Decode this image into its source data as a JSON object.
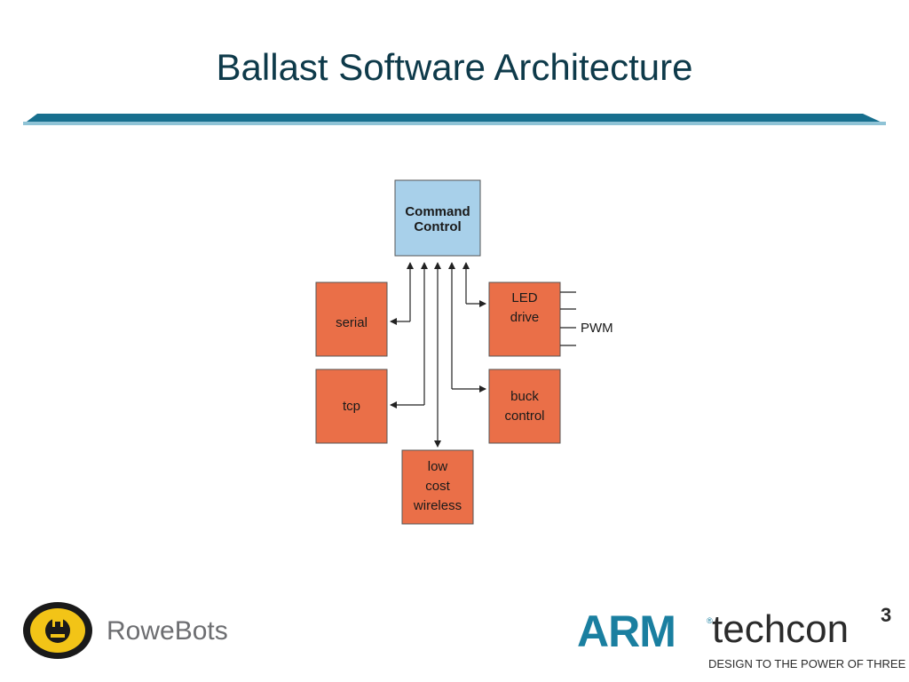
{
  "slide": {
    "title": "Ballast Software Architecture"
  },
  "diagram": {
    "nodes": {
      "command_control": {
        "lines": [
          "Command",
          "Control"
        ]
      },
      "serial": {
        "lines": [
          "serial"
        ]
      },
      "tcp": {
        "lines": [
          "tcp"
        ]
      },
      "led_drive": {
        "lines": [
          "LED",
          "drive"
        ]
      },
      "buck_control": {
        "lines": [
          "buck",
          "control"
        ]
      },
      "low_cost_wireless": {
        "lines": [
          "low",
          "cost",
          "wireless"
        ]
      }
    },
    "pwm_label": "PWM",
    "colors": {
      "command_box": "#a8d0ea",
      "module_box": "#ea6f48",
      "box_border": "#555555",
      "arrow": "#222222"
    }
  },
  "footer": {
    "rowebots_logo_text": "RoweBots",
    "arm_logo_text": "ARM",
    "arm_registered": "®",
    "techcon_text": "techcon",
    "techcon_superscript": "3",
    "tagline": "DESIGN TO THE POWER OF THREE",
    "colors": {
      "title_bar": "#176f8e",
      "rowebots_emblem": "#f2c417",
      "arm_blue": "#1a7fa0"
    }
  }
}
